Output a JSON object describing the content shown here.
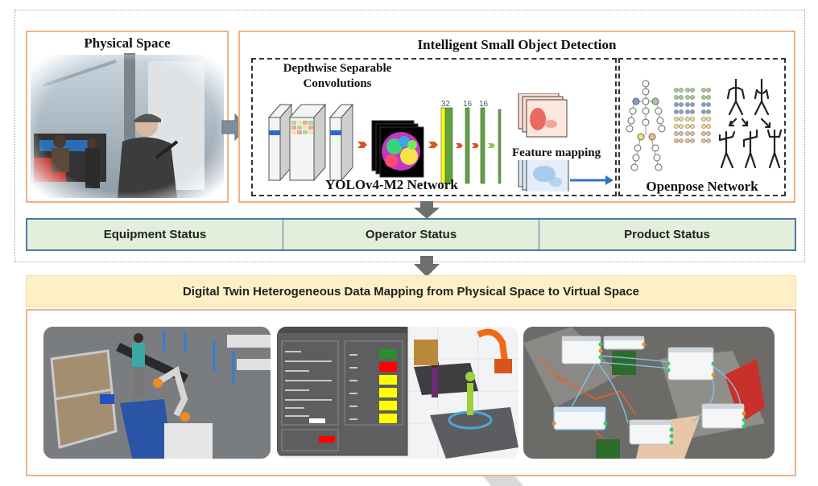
{
  "physical_space": {
    "title": "Physical Space",
    "image_label": "factory-workers-photo"
  },
  "detection": {
    "title": "Intelligent Small Object Detection",
    "yolo": {
      "subtitle_line1": "Depthwise Separable",
      "subtitle_line2": "Convolutions",
      "network_label": "YOLOv4-M2 Network",
      "layer_sizes": [
        "32",
        "16",
        "16"
      ],
      "feature_mapping_label": "Feature mapping"
    },
    "openpose": {
      "network_label": "Openpose Network"
    }
  },
  "status_bar": {
    "items": [
      {
        "label": "Equipment Status"
      },
      {
        "label": "Operator Status"
      },
      {
        "label": "Product Status"
      }
    ]
  },
  "mapping_banner": {
    "title": "Digital Twin Heterogeneous Data Mapping from Physical Space to Virtual Space"
  },
  "virtual_space": {
    "screenshots": [
      {
        "name": "assembly-line-3d-scene"
      },
      {
        "name": "status-monitor-panel-scene"
      },
      {
        "name": "node-graph-robot-cell-scene"
      }
    ],
    "monitor_indicators": [
      "#2e8b2e",
      "#ff0000",
      "#ffff00",
      "#ffff00",
      "#ffff00",
      "#ffff00"
    ],
    "monitor_alarm_color": "#ff0000"
  },
  "colors": {
    "panel_border": "#f4b183",
    "status_fill": "#e2efda",
    "status_border": "#4a7aa8",
    "banner_fill": "#fdefc6",
    "arrow_gray": "#6f6f6f"
  }
}
